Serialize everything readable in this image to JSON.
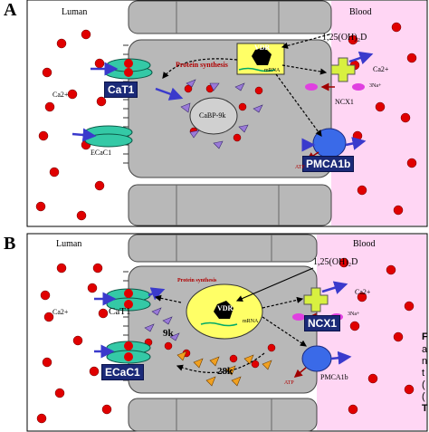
{
  "panels": [
    {
      "letter": "A",
      "lumen_label": "Luman",
      "blood_label": "Blood",
      "hormone": "1,25(OH)₂D",
      "vdr": "VDR",
      "mrna": "mRNA",
      "protein_synthesis": "Protein synthesis",
      "cat1": "CaT1",
      "ecac1": "ECaC1",
      "calbindin": "CaBP-9k",
      "ncx1": "NCX1",
      "pmca1b": "PMCA1b",
      "ca2_lumen": "Ca2+",
      "ca2_blood": "Ca2+",
      "na": "3Na+",
      "atp": "ATP"
    },
    {
      "letter": "B",
      "lumen_label": "Luman",
      "blood_label": "Blood",
      "hormone": "1,25(OH)₂D",
      "vdr": "VDR",
      "mrna": "mRNA",
      "protein_synthesis": "Protein synthesis",
      "cat1": "CaT1",
      "ecac1": "ECaC1",
      "cb9k": "9k",
      "cb28k": "28k",
      "ncx1": "NCX1",
      "pmca1b": "PMCA1b",
      "ca2_lumen": "Ca2+",
      "ca2_blood": "Ca2+",
      "na": "3Na+",
      "atp": "ATP"
    }
  ],
  "caption_fragments": [
    "F",
    "a",
    "n",
    "t",
    "(",
    "(",
    "T"
  ],
  "colors": {
    "lumen_bg": "#ffffff",
    "blood_bg": "#ffd6f4",
    "cell_fill": "#b8b8b8",
    "calcium": "#e00000",
    "channel": "#34c9a6",
    "label_box": "#1b2a78",
    "vdr_fill": "#ffff66",
    "arrow": "#3a3acc"
  }
}
